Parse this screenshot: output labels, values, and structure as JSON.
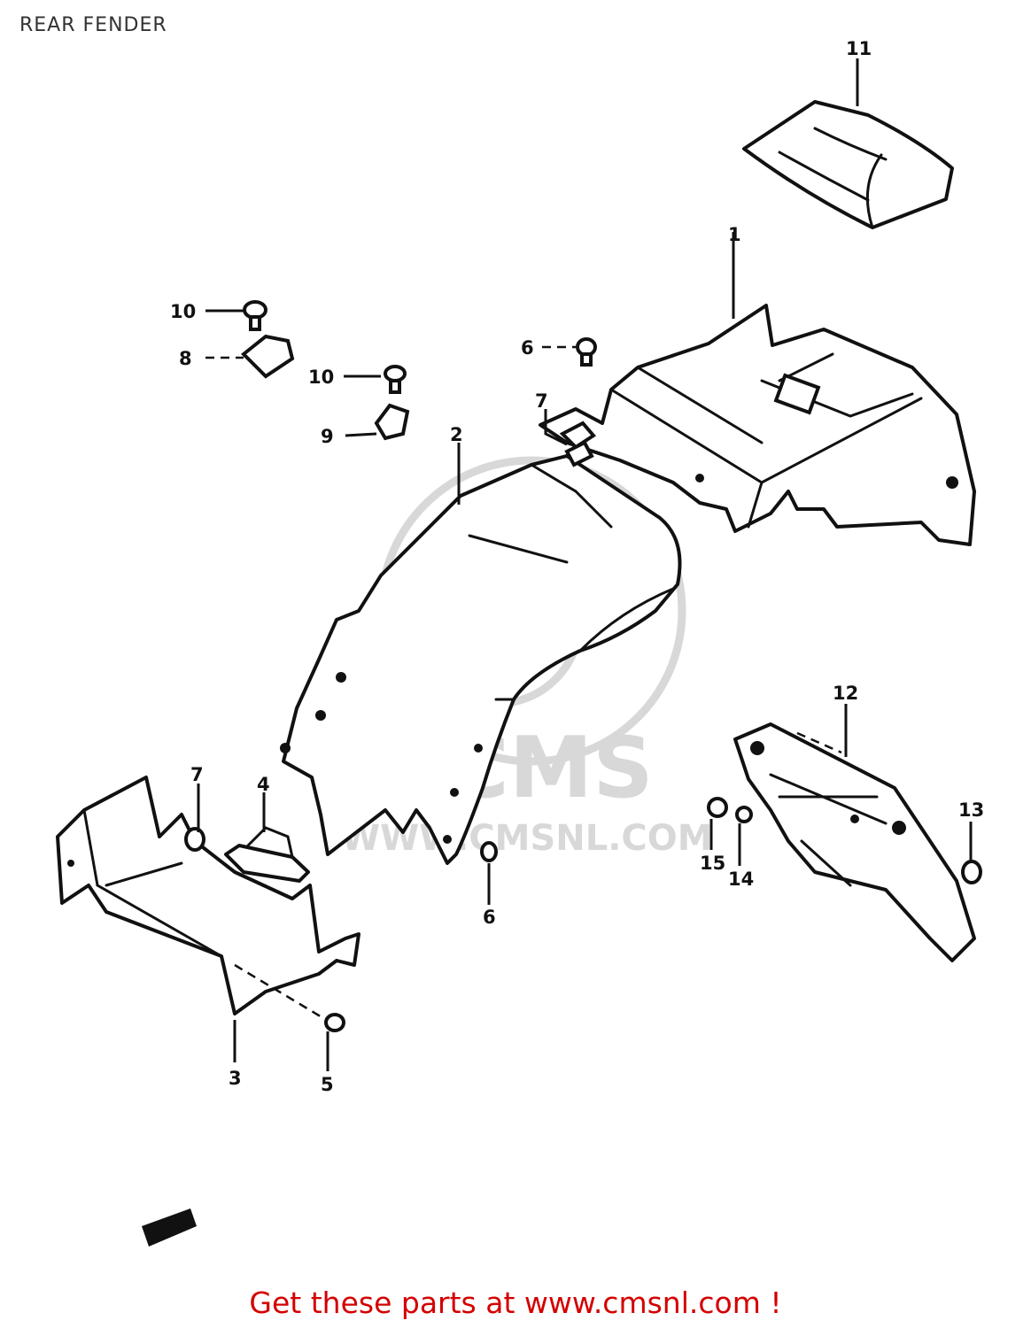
{
  "title": "REAR FENDER",
  "footer": "Get these parts at www.cmsnl.com !",
  "watermark": {
    "brand": "CMS",
    "url": "WWW.CMSNL.COM"
  },
  "callouts": {
    "c1": "1",
    "c2": "2",
    "c3": "3",
    "c4": "4",
    "c5": "5",
    "c6a": "6",
    "c6b": "6",
    "c7a": "7",
    "c7b": "7",
    "c8": "8",
    "c9": "9",
    "c10a": "10",
    "c10b": "10",
    "c11": "11",
    "c12": "12",
    "c13": "13",
    "c14": "14",
    "c15": "15"
  },
  "colors": {
    "footer": "#d40000",
    "line": "#111111",
    "watermark": "#d8d8d8"
  }
}
